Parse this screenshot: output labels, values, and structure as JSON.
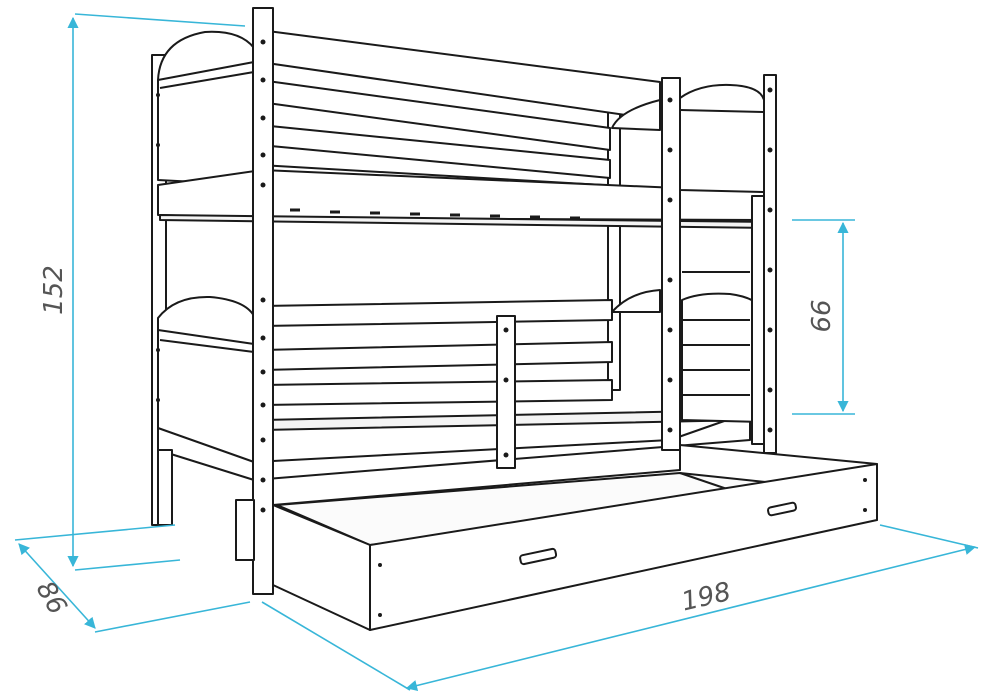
{
  "dimensions": {
    "height_total": "152",
    "height_upper_guard": "66",
    "depth": "86",
    "length": "198"
  },
  "colors": {
    "outline": "#1a1a1a",
    "dimension_line": "#38b6d8",
    "dimension_text": "#555555",
    "background": "#ffffff"
  }
}
